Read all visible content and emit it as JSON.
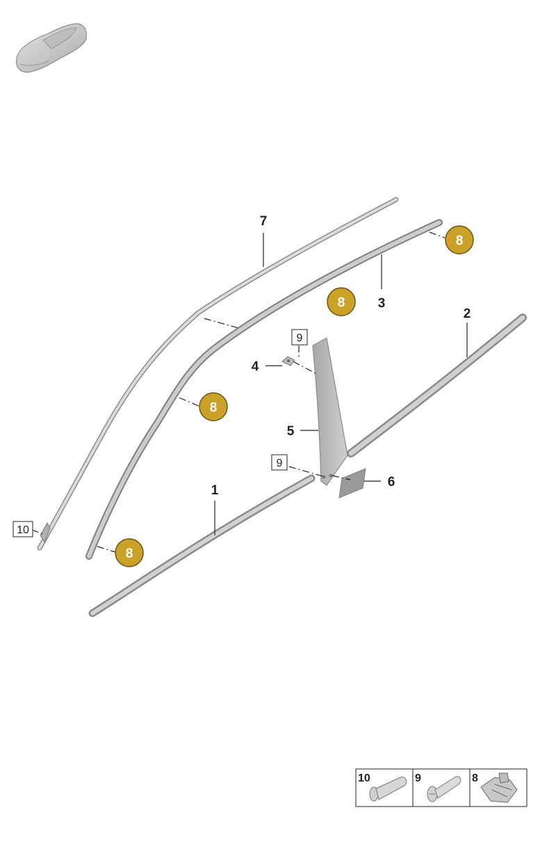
{
  "callouts": {
    "part_1": "1",
    "part_2": "2",
    "part_3": "3",
    "part_4": "4",
    "part_5": "5",
    "part_6": "6",
    "part_7": "7"
  },
  "badges": {
    "clip_label": "8"
  },
  "boxed_labels": {
    "screw_upper": "9",
    "screw_lower": "9",
    "rivet": "10"
  },
  "legend": {
    "items": [
      {
        "label": "10",
        "icon": "rivet-icon"
      },
      {
        "label": "9",
        "icon": "screw-icon"
      },
      {
        "label": "8",
        "icon": "clip-icon"
      }
    ]
  },
  "colors": {
    "part_fill": "#c9c9c9",
    "part_stroke": "#8a8a8a",
    "badge_fill": "#c9a227",
    "badge_stroke": "#6b5412",
    "line": "#222222"
  }
}
